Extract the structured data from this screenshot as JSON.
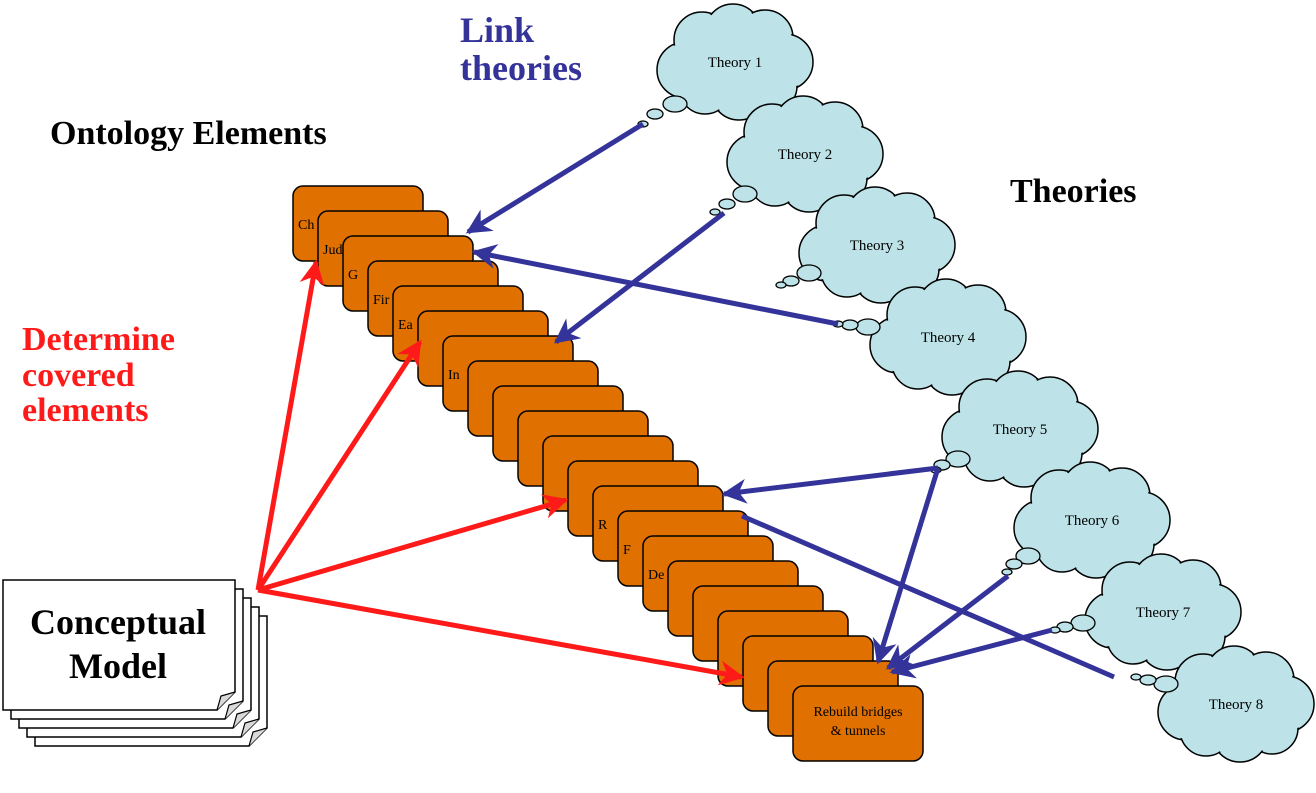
{
  "headings": {
    "link_theories": [
      "Link",
      "theories"
    ],
    "ontology_elements": "Ontology Elements",
    "theories": "Theories",
    "determine_covered": [
      "Determine",
      "covered",
      "elements"
    ]
  },
  "conceptual_model": {
    "lines": [
      "Conceptual",
      "Model"
    ]
  },
  "ontology_cards": [
    "Ch",
    "Jud",
    "G",
    "Fir",
    "Ea",
    "",
    "In",
    "",
    "",
    "",
    "",
    "",
    "R",
    "F",
    "De",
    "",
    "",
    "",
    "",
    "",
    "Rebuild bridges\n& tunnels"
  ],
  "theories": [
    "Theory 1",
    "Theory 2",
    "Theory 3",
    "Theory 4",
    "Theory 5",
    "Theory 6",
    "Theory 7",
    "Theory 8"
  ],
  "colors": {
    "card_fill": "#e07000",
    "cloud_fill": "#bde3e8",
    "blue_link": "#33339a",
    "red_arrow": "#ff1a1a"
  }
}
